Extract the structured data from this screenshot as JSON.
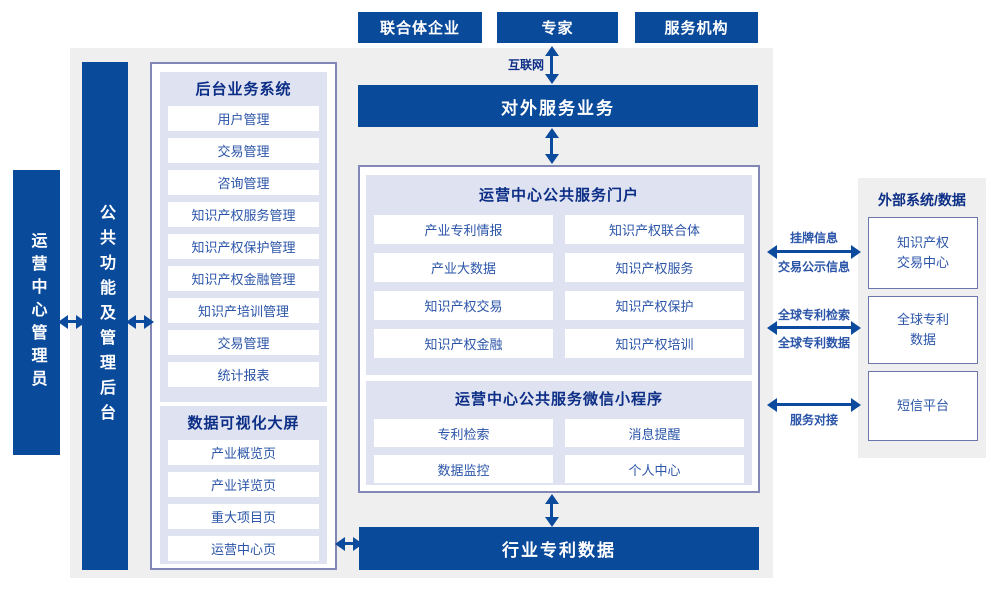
{
  "colors": {
    "primary_blue": "#0a4a9b",
    "arrow_blue": "#0c4a9e",
    "lavender_panel": "#dee2f1",
    "gray_panel": "#efefef",
    "box_border": "#8287b5",
    "title_text": "#0c2e86",
    "item_text": "#2b55a8"
  },
  "top_actors": {
    "items": [
      "联合体企业",
      "专家",
      "服务机构"
    ]
  },
  "internet": {
    "label": "互联网"
  },
  "external_service": {
    "label": "对外服务业务"
  },
  "operator_bar": {
    "label": "运营中心管理员"
  },
  "admin_bar": {
    "label": "公共功能及管理后台"
  },
  "backend": {
    "title": "后台业务系统",
    "items": [
      "用户管理",
      "交易管理",
      "咨询管理",
      "知识产权服务管理",
      "知识产权保护管理",
      "知识产权金融管理",
      "知识产培训管理",
      "交易管理",
      "统计报表"
    ]
  },
  "dashboard": {
    "title": "数据可视化大屏",
    "items": [
      "产业概览页",
      "产业详览页",
      "重大项目页",
      "运营中心页"
    ]
  },
  "portal": {
    "title": "运营中心公共服务门户",
    "items": [
      "产业专利情报",
      "知识产权联合体",
      "产业大数据",
      "知识产权服务",
      "知识产权交易",
      "知识产权保护",
      "知识产权金融",
      "知识产权培训"
    ]
  },
  "miniprogram": {
    "title": "运营中心公共服务微信小程序",
    "items": [
      "专利检索",
      "消息提醒",
      "数据监控",
      "个人中心"
    ]
  },
  "industry_data": {
    "label": "行业专利数据"
  },
  "external_systems": {
    "title": "外部系统/数据",
    "boxes": [
      {
        "lines": [
          "知识产权",
          "交易中心"
        ]
      },
      {
        "lines": [
          "全球专利",
          "数据"
        ]
      },
      {
        "lines": [
          "短信平台",
          ""
        ]
      }
    ]
  },
  "links": {
    "listing_top": "挂牌信息",
    "listing_bottom": "交易公示信息",
    "patent_search_top": "全球专利检索",
    "patent_data_bottom": "全球专利数据",
    "service_bottom": "服务对接"
  }
}
